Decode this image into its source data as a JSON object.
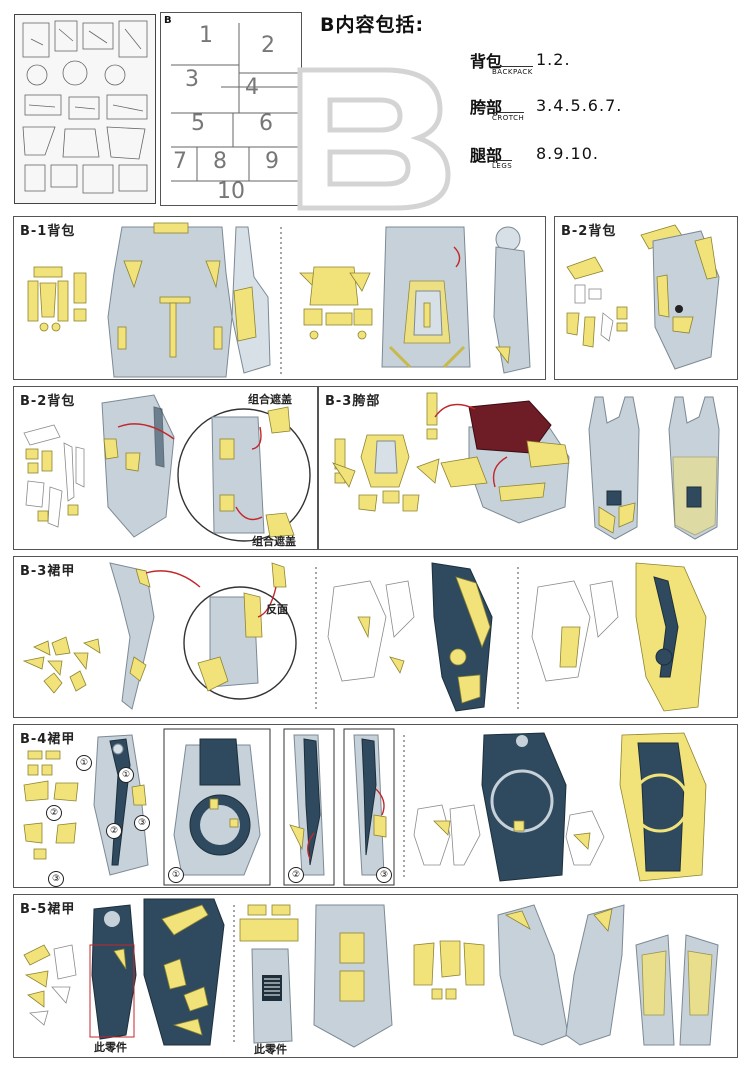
{
  "header": {
    "sheet_letter": "B",
    "title": "B内容包括:",
    "sheet_numbers": [
      "1",
      "2",
      "3",
      "4",
      "5",
      "6",
      "7",
      "8",
      "9",
      "10"
    ],
    "legend": [
      {
        "zh": "背包",
        "en": "BACKPACK",
        "parts": "1.2."
      },
      {
        "zh": "胯部",
        "en": "CROTCH",
        "parts": "3.4.5.6.7."
      },
      {
        "zh": "腿部",
        "en": "LEGS",
        "parts": "8.9.10."
      }
    ]
  },
  "sections": {
    "b1": {
      "title": "B-1背包"
    },
    "b2a": {
      "title": "B-2背包"
    },
    "b2b": {
      "title": "B-2背包",
      "callout_top": "组合遮盖",
      "callout_bottom": "组合遮盖"
    },
    "b3a": {
      "title": "B-3胯部"
    },
    "b3b": {
      "title": "B-3裙甲",
      "callout": "反面"
    },
    "b4": {
      "title": "B-4裙甲",
      "markers": [
        "①",
        "②",
        "③"
      ]
    },
    "b5": {
      "title": "B-5裙甲",
      "note_left": "此零件",
      "note_mid": "此零件"
    }
  },
  "colors": {
    "part_gray": "#c6d1d9",
    "part_navy": "#2f4a5e",
    "decal_yellow": "#f2e27a",
    "accent_red": "#c0282d",
    "frame": "#555555"
  }
}
